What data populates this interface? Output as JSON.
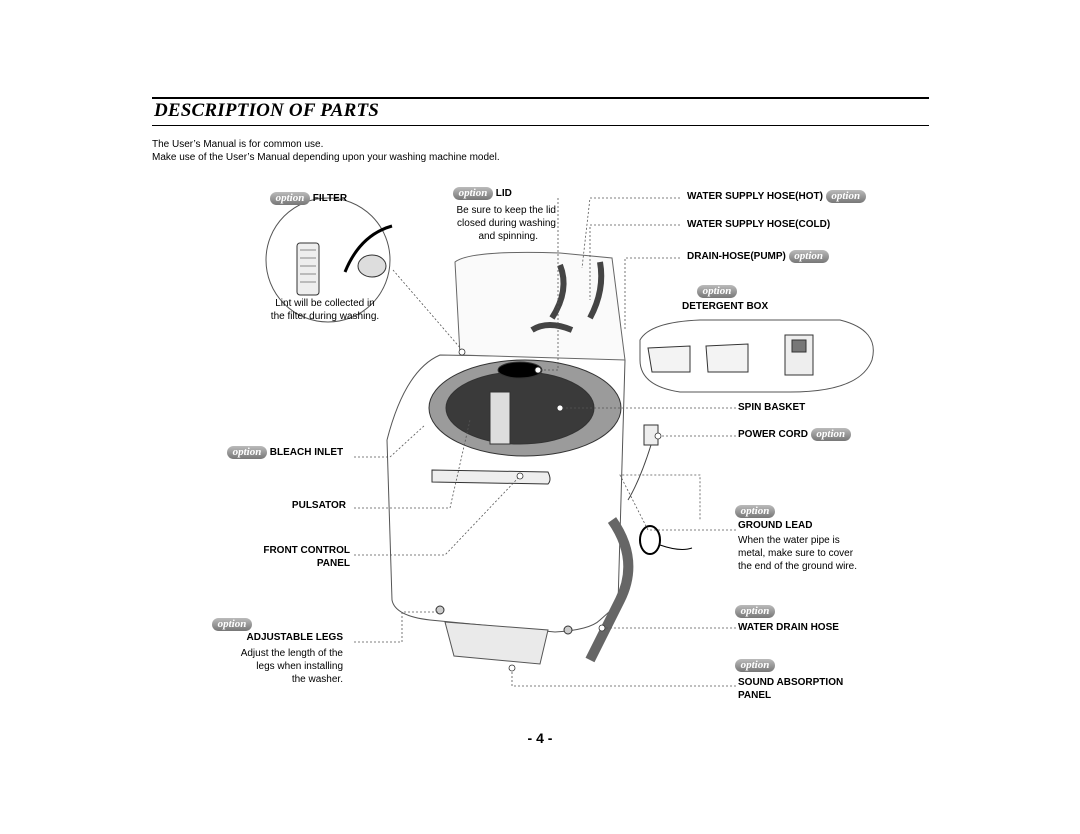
{
  "title": "DESCRIPTION OF PARTS",
  "intro": [
    "The User’s Manual is for common use.",
    "Make use of the User’s Manual depending upon your washing machine model."
  ],
  "badge_text": "option",
  "parts": {
    "filter": "FILTER",
    "filter_note": [
      "Lint will be collected in",
      "the filter during washing."
    ],
    "lid": "LID",
    "lid_note": [
      "Be sure to keep the lid",
      "closed during washing",
      "and spinning."
    ],
    "water_hot": "WATER SUPPLY HOSE(HOT)",
    "water_cold": "WATER SUPPLY HOSE(COLD)",
    "drain_pump": "DRAIN-HOSE(PUMP)",
    "detergent": "DETERGENT BOX",
    "spin_basket": "SPIN BASKET",
    "power_cord": "POWER CORD",
    "bleach": "BLEACH INLET",
    "pulsator": "PULSATOR",
    "front_control": [
      "FRONT CONTROL",
      "PANEL"
    ],
    "legs": "ADJUSTABLE LEGS",
    "legs_note": [
      "Adjust the length of the",
      "legs when installing",
      "the washer."
    ],
    "ground_lead": "GROUND LEAD",
    "ground_note": [
      "When the water pipe is",
      "metal, make sure to cover",
      "the end of the ground wire."
    ],
    "drain_hose": "WATER DRAIN HOSE",
    "sound_panel": [
      "SOUND ABSORPTION",
      "PANEL"
    ]
  },
  "page_number": "- 4 -"
}
